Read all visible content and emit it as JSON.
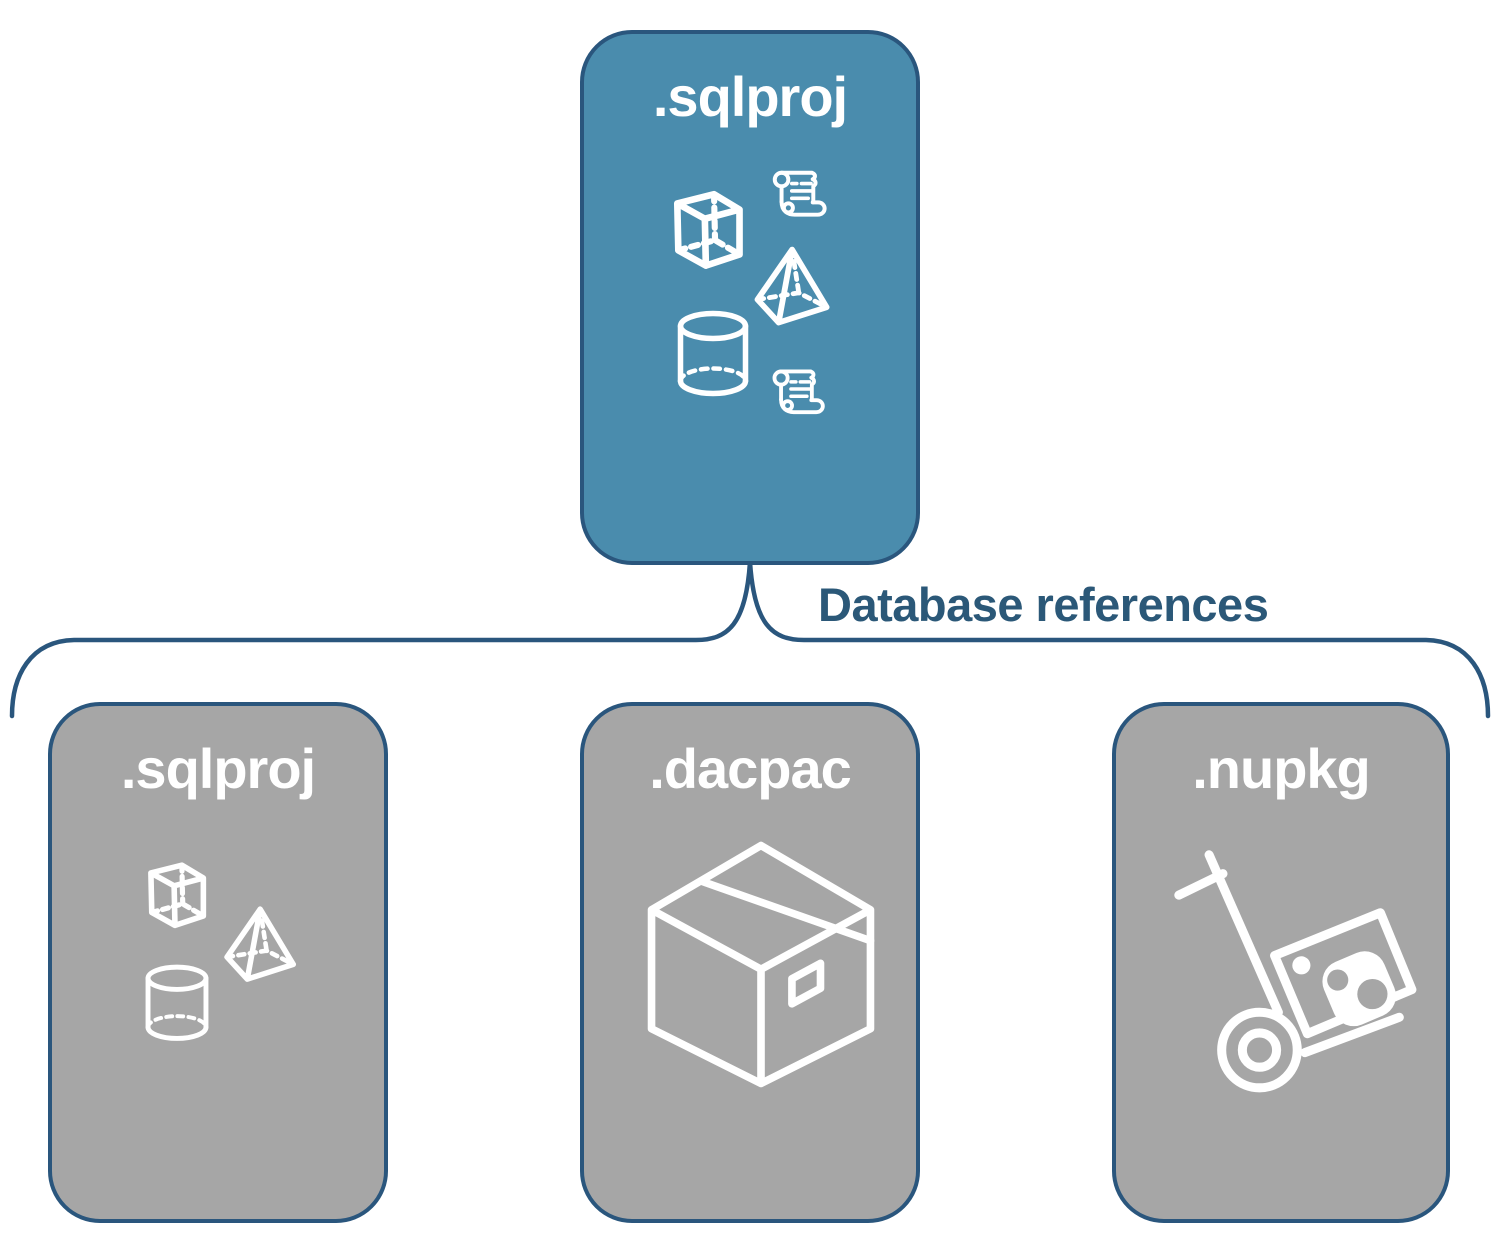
{
  "diagram": {
    "root_box": {
      "label": ".sqlproj"
    },
    "edge_label": "Database references",
    "child_boxes": [
      {
        "label": ".sqlproj",
        "icon": "sql-objects-icons"
      },
      {
        "label": ".dacpac",
        "icon": "package-box-icon"
      },
      {
        "label": ".nupkg",
        "icon": "nuget-hand-truck-icon"
      }
    ],
    "colors": {
      "root_fill": "#4A8CAD",
      "child_fill": "#A6A6A6",
      "outline": "#2A567D",
      "edge_label_color": "#2B5878",
      "icon_color": "#FFFFFF"
    }
  }
}
